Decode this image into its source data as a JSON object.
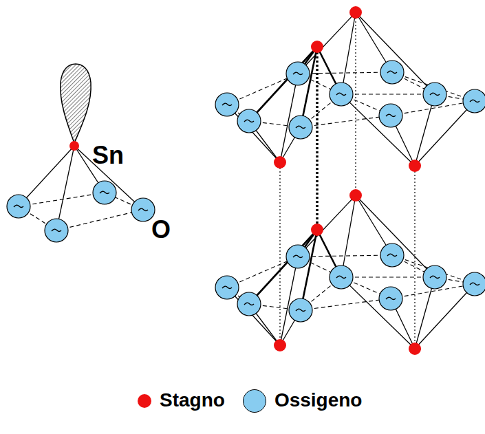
{
  "diagram": {
    "labels": [
      "Sn",
      "O"
    ],
    "legend": [
      {
        "text": "Stagno",
        "color": "#ee1111"
      },
      {
        "text": "Ossigeno",
        "color": "#88ccf0"
      }
    ]
  }
}
